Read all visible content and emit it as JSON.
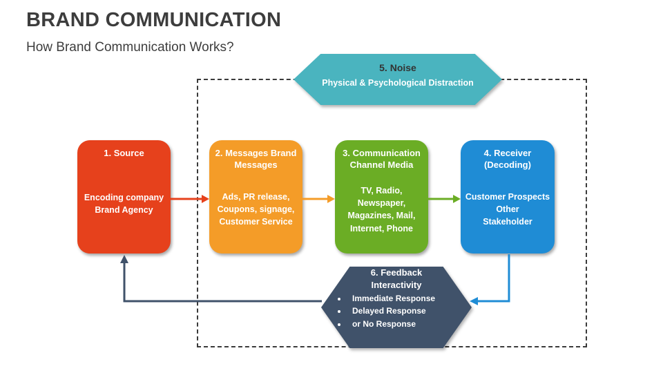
{
  "header": {
    "title": "BRAND COMMUNICATION",
    "subtitle": "How Brand Communication Works?"
  },
  "diagram": {
    "noise": {
      "title": "5. Noise",
      "description": "Physical & Psychological Distraction",
      "color": "#4ab4bf",
      "title_color": "#333333"
    },
    "boxes": [
      {
        "title": "1. Source",
        "body": "Encoding company\nBrand Agency",
        "color": "#e6411c"
      },
      {
        "title": "2. Messages Brand\nMessages",
        "body": "Ads, PR release,\nCoupons, signage,\nCustomer Service",
        "color": "#f49c28"
      },
      {
        "title": "3. Communication\nChannel Media",
        "body": "TV, Radio,\nNewspaper,\nMagazines, Mail,\nInternet, Phone",
        "color": "#6bad25"
      },
      {
        "title": "4. Receiver\n(Decoding)",
        "body": "Customer Prospects\nOther\nStakeholder",
        "color": "#1f8cd5"
      }
    ],
    "feedback": {
      "title": "6. Feedback\nInteractivity",
      "bullets": [
        "Immediate Response",
        "Delayed Response",
        "or No Response"
      ],
      "color": "#40526a"
    },
    "arrow_colors": {
      "source_to_messages": "#e6411c",
      "messages_to_channel": "#f49c28",
      "channel_to_receiver": "#6bad25",
      "receiver_to_feedback": "#1f8cd5",
      "feedback_to_source": "#40526a"
    },
    "frame_color": "#3a3a3a"
  }
}
